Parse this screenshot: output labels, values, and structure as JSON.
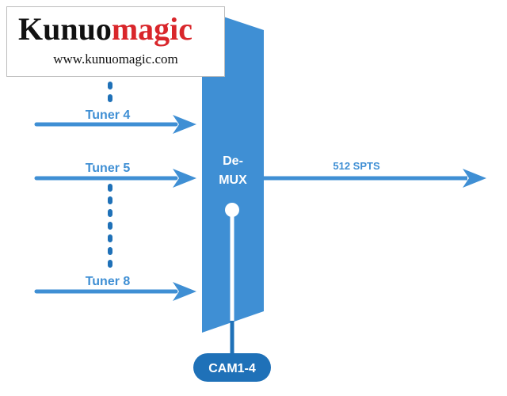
{
  "logo": {
    "brand_part1": "Kunuo",
    "brand_part2": "magic",
    "url": "www.kunuomagic.com"
  },
  "inputs": [
    {
      "label": "Tuner 4"
    },
    {
      "label": "Tuner 5"
    },
    {
      "label": "Tuner 8"
    }
  ],
  "demux": {
    "label_line1": "De-",
    "label_line2": "MUX"
  },
  "output": {
    "label": "512 SPTS"
  },
  "cam": {
    "label": "CAM1-4"
  },
  "colors": {
    "primary_blue": "#3f8fd4",
    "demux_fill": "#3f8fd4",
    "cam_fill": "#1f71b8",
    "text_blue": "#3f8fd4",
    "logo_red": "#d9262b"
  }
}
